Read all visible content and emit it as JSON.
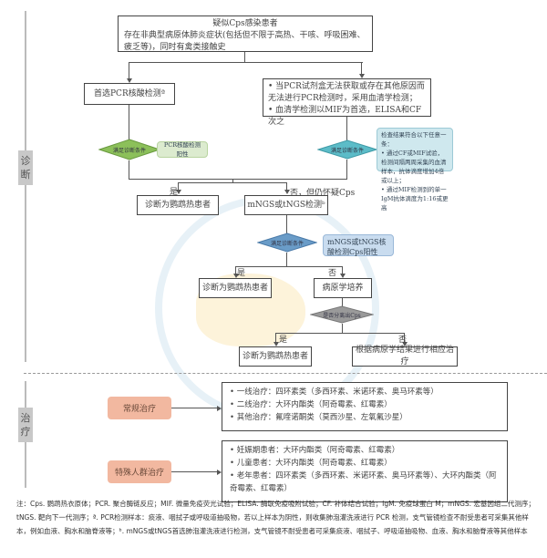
{
  "side_labels": {
    "diagnosis": "诊断",
    "treatment": "治疗"
  },
  "flow": {
    "start": {
      "title": "疑似Cps感染患者",
      "desc": "存在非典型病原体肺炎症状(包括但不限于高热、干咳、呼吸困难、疲乏等)，同时有禽类接触史"
    },
    "pcr_first": "首选PCR核酸检测ª",
    "serology": [
      "当PCR试剂盒无法获取或存在其他原因而无法进行PCR检测时，采用血清学检测；",
      "血清学检测以MIF为首选，ELISA和CF次之"
    ],
    "diamond_criteria_1": "满足诊断条件",
    "pcr_positive_note": "PCR核酸检测阳性",
    "diamond_criteria_2": "满足诊断条件",
    "serology_note": {
      "title": "检查结果符合以下任意一条：",
      "items": [
        "通过CF或MIF试验，检测间隔两周采集的血清样本，抗体滴度增加4倍或以上；",
        "通过MIF检测到的单一IgM抗体滴度为1:16或更高"
      ]
    },
    "yes_label_1": "是",
    "no_label_1": "否，但仍怀疑Cps",
    "diagnosed_1": "诊断为鹦鹉热患者",
    "ngs": "mNGS或tNGS检测ᵇ",
    "diamond_criteria_3": "满足诊断条件",
    "ngs_note": "mNGS或tNGS核酸检测Cps阳性",
    "yes_label_2": "是",
    "no_label_2": "否",
    "diagnosed_2": "诊断为鹦鹉热患者",
    "culture": "病原学培养",
    "diamond_isolated": "是否分离出Cps",
    "yes_label_3": "是",
    "no_label_3": "否",
    "diagnosed_3": "诊断为鹦鹉热患者",
    "treat_by_result": "根据病原学结果进行相应治疗"
  },
  "treatment": {
    "routine": {
      "label": "常规治疗",
      "items": [
        "一线治疗：四环素类（多西环素、米诺环素、奥马环素等）",
        "二线治疗：大环内酯类（阿奇霉素、红霉素）",
        "其他治疗：氟喹诺酮类（莫西沙星、左氧氟沙星）"
      ]
    },
    "special": {
      "label": "特殊人群治疗",
      "items": [
        "妊娠期患者：大环内酯类（阿奇霉素、红霉素）",
        "儿童患者：大环内酯类（阿奇霉素、红霉素）",
        "老年患者：四环素类（多西环素、米诺环素、奥马环素等）、大环内酯类（阿奇霉素、红霉素）"
      ]
    }
  },
  "footnote": "注：Cps. 鹦鹉热衣原体；PCR. 聚合酶链反应；MIF. 微量免疫荧光试验；ELISA. 酶联免疫吸附试验；CF. 补体结合试验；IgM. 免疫球蛋白 M；mNGS. 宏基因组二代测序；tNGS. 靶向下一代测序；ª. PCR检测样本：痰液、咽拭子或呼吸道抽吸物，若以上样本为阴性，则收集肺泡灌洗液进行 PCR 检测，支气管镜检查不耐受患者可采集其他样本，例如血液、胸水和脑脊液等；ᵇ. mNGS或tNGS首选肺泡灌洗液进行检测，支气管镜不耐受患者可采集痰液、咽拭子、呼吸道抽吸物、血液、胸水和脑脊液等其他样本",
  "colors": {
    "diamond_green": "#8cc05a",
    "note_green": "#dcebcf",
    "diamond_teal": "#5cbcc8",
    "note_teal": "#cfe8ee",
    "diamond_blue": "#6a9cc8",
    "note_blue": "#c9dcef",
    "diamond_gray": "#9a9a9a",
    "pill_salmon": "#f2b8a0"
  }
}
